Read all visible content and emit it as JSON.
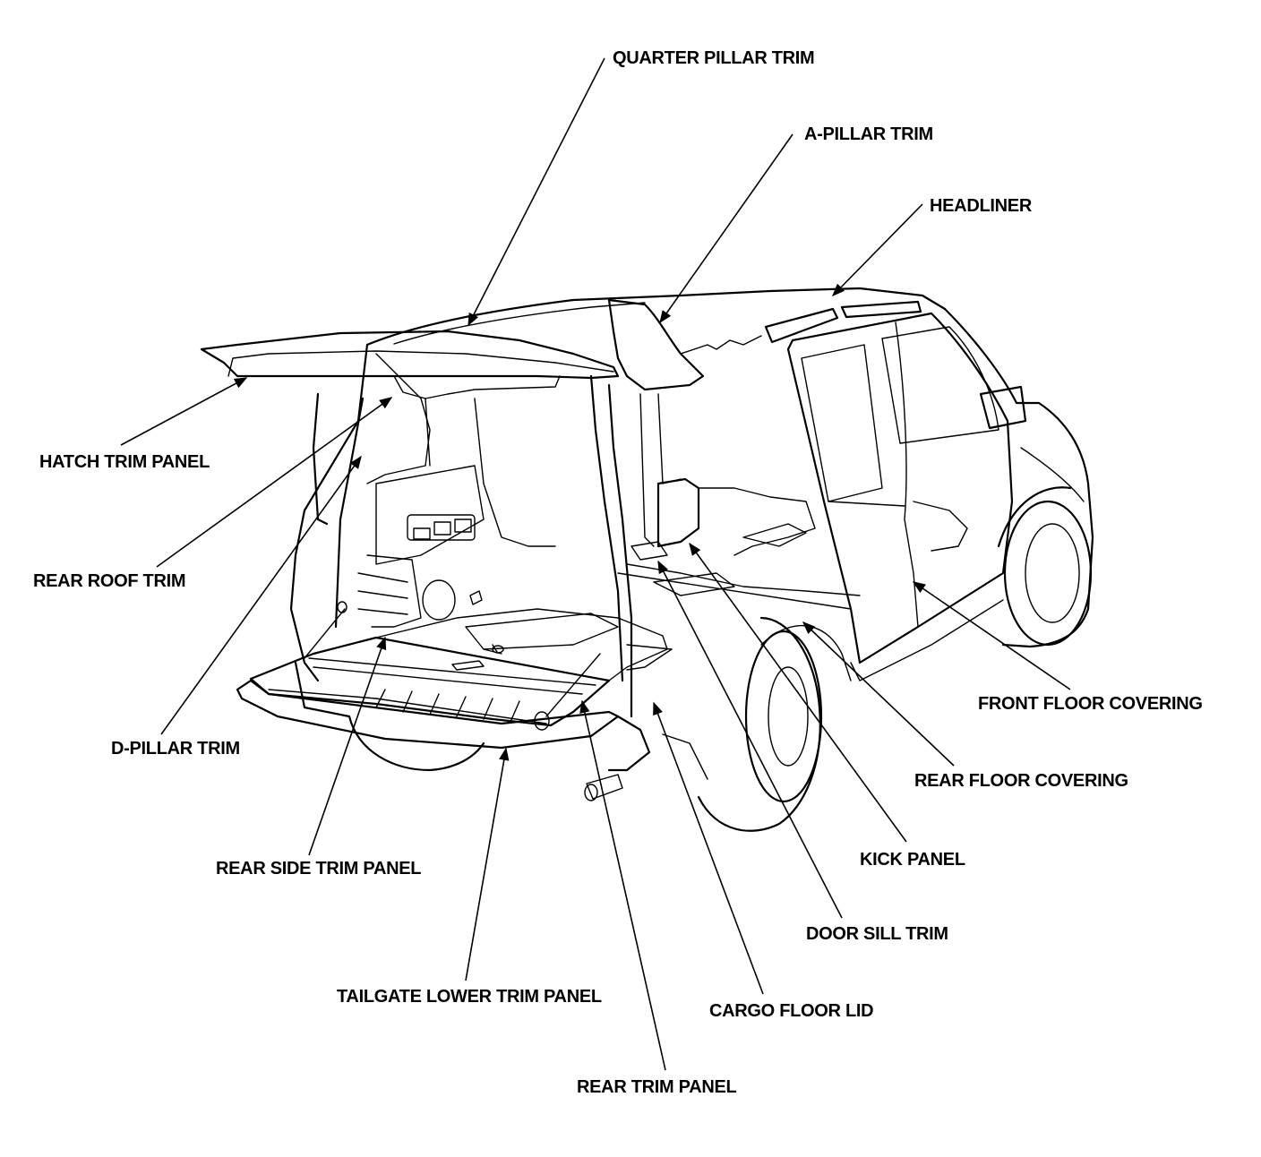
{
  "diagram": {
    "labels": [
      {
        "id": "quarter-pillar-trim",
        "text": "QUARTER PILLAR TRIM"
      },
      {
        "id": "a-pillar-trim",
        "text": "A-PILLAR TRIM"
      },
      {
        "id": "headliner",
        "text": "HEADLINER"
      },
      {
        "id": "hatch-trim-panel",
        "text": "HATCH TRIM PANEL"
      },
      {
        "id": "rear-roof-trim",
        "text": "REAR ROOF TRIM"
      },
      {
        "id": "d-pillar-trim",
        "text": "D-PILLAR TRIM"
      },
      {
        "id": "front-floor-covering",
        "text": "FRONT FLOOR COVERING"
      },
      {
        "id": "rear-floor-covering",
        "text": "REAR FLOOR COVERING"
      },
      {
        "id": "kick-panel",
        "text": "KICK PANEL"
      },
      {
        "id": "door-sill-trim",
        "text": "DOOR SILL TRIM"
      },
      {
        "id": "rear-side-trim-panel",
        "text": "REAR SIDE TRIM PANEL"
      },
      {
        "id": "tailgate-lower-trim-panel",
        "text": "TAILGATE LOWER TRIM PANEL"
      },
      {
        "id": "cargo-floor-lid",
        "text": "CARGO FLOOR LID"
      },
      {
        "id": "rear-trim-panel",
        "text": "REAR TRIM PANEL"
      }
    ]
  }
}
